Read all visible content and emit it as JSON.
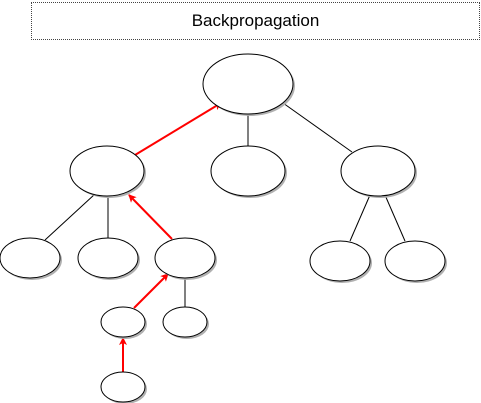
{
  "title": "Backpropagation",
  "colors": {
    "arrow": "#ff0000",
    "edge": "#000000",
    "node_fill": "#ffffff",
    "node_stroke": "#000000",
    "shadow": "#b0b0b0"
  },
  "tree": {
    "nodes": [
      "root",
      "a",
      "b",
      "c",
      "a1",
      "a2",
      "a3",
      "c1",
      "c2",
      "a3x",
      "a3y",
      "leaf"
    ],
    "edges": [
      {
        "from": "root",
        "to": "b",
        "type": "line"
      },
      {
        "from": "root",
        "to": "c",
        "type": "line"
      },
      {
        "from": "a",
        "to": "a1",
        "type": "line"
      },
      {
        "from": "a",
        "to": "a2",
        "type": "line"
      },
      {
        "from": "a3",
        "to": "a3y",
        "type": "line"
      },
      {
        "from": "c",
        "to": "c1",
        "type": "line"
      },
      {
        "from": "c",
        "to": "c2",
        "type": "line"
      },
      {
        "from": "leaf",
        "to": "a3x",
        "type": "backprop-arrow"
      },
      {
        "from": "a3x",
        "to": "a3",
        "type": "backprop-arrow"
      },
      {
        "from": "a3",
        "to": "a",
        "type": "backprop-arrow"
      },
      {
        "from": "a",
        "to": "root",
        "type": "backprop-arrow"
      }
    ]
  }
}
